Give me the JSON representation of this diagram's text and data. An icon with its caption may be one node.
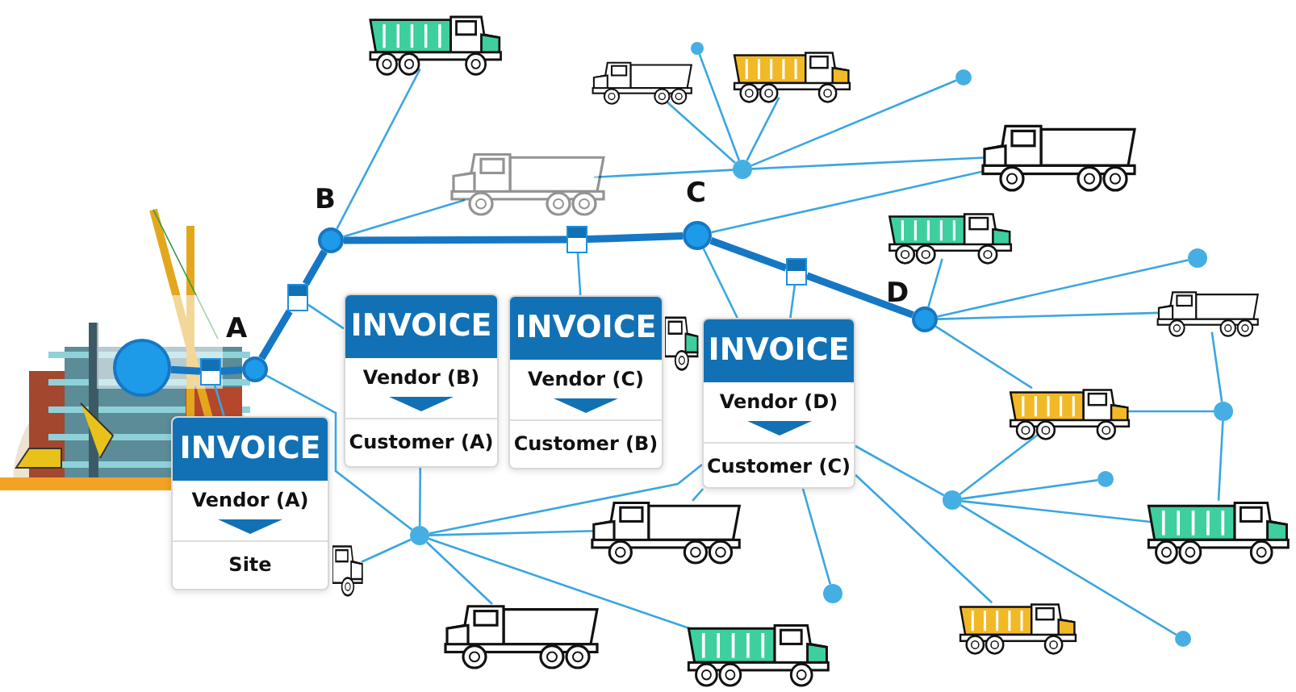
{
  "diagram": {
    "nodes": [
      {
        "text": [],
        "shape": "circle"
      },
      {
        "text": [],
        "shape": "circle",
        "beside": [
          "A"
        ]
      },
      {
        "text": [],
        "shape": "circle",
        "beside": [
          "B"
        ]
      },
      {
        "text": [],
        "shape": "circle",
        "beside": [
          "C"
        ]
      },
      {
        "text": [],
        "shape": "circle",
        "beside": [
          "D"
        ]
      },
      {
        "text": [
          "INVOICE",
          "Vendor (A)",
          "Site"
        ]
      },
      {
        "text": [
          "INVOICE",
          "Vendor (B)",
          "Customer (A)"
        ]
      },
      {
        "text": [
          "INVOICE",
          "Vendor (C)",
          "Customer (B)"
        ]
      },
      {
        "text": [
          "INVOICE",
          "Vendor (D)",
          "Customer (C)"
        ]
      },
      {
        "text": [],
        "shape": "box"
      },
      {
        "text": [],
        "shape": "box"
      },
      {
        "text": [],
        "shape": "box"
      },
      {
        "text": [],
        "shape": "box"
      },
      {
        "text": [],
        "shape": "picture"
      },
      {
        "text": [],
        "shape": "picture"
      },
      {
        "text": [],
        "shape": "picture"
      },
      {
        "text": [],
        "shape": "picture"
      },
      {
        "text": [],
        "shape": "picture"
      },
      {
        "text": [],
        "shape": "picture"
      },
      {
        "text": [],
        "shape": "picture"
      },
      {
        "text": [],
        "shape": "picture"
      },
      {
        "text": [],
        "shape": "picture"
      },
      {
        "text": [],
        "shape": "picture"
      },
      {
        "text": [],
        "shape": "picture"
      },
      {
        "text": [],
        "shape": "picture"
      },
      {
        "text": [],
        "shape": "picture"
      },
      {
        "text": [],
        "shape": "picture"
      },
      {
        "text": [],
        "shape": "picture"
      },
      {
        "text": [],
        "shape": "circle"
      },
      {
        "text": [],
        "shape": "circle"
      },
      {
        "text": [],
        "shape": "circle"
      },
      {
        "text": [],
        "shape": "circle"
      },
      {
        "text": [],
        "shape": "circle"
      },
      {
        "text": [],
        "shape": "circle"
      },
      {
        "text": [],
        "shape": "circle"
      },
      {
        "text": [],
        "shape": "circle"
      },
      {
        "text": [],
        "shape": "circle"
      },
      {
        "text": [],
        "shape": "circle"
      }
    ],
    "edges": [
      {
        "from": 0,
        "to": 9,
        "arrow": "none",
        "style": "thick",
        "color": "#1677c4"
      },
      {
        "from": 9,
        "to": 1,
        "arrow": "none",
        "style": "thick",
        "color": "#1677c4"
      },
      {
        "from": 1,
        "to": 10,
        "arrow": "none",
        "style": "thick",
        "color": "#1677c4"
      },
      {
        "from": 10,
        "to": 2,
        "arrow": "none",
        "style": "thick",
        "color": "#1677c4"
      },
      {
        "from": 2,
        "to": 11,
        "arrow": "none",
        "style": "thick",
        "color": "#1677c4"
      },
      {
        "from": 11,
        "to": 3,
        "arrow": "none",
        "style": "thick",
        "color": "#1677c4"
      },
      {
        "from": 3,
        "to": 12,
        "arrow": "none",
        "style": "thick",
        "color": "#1677c4"
      },
      {
        "from": 12,
        "to": 4,
        "arrow": "none",
        "style": "thick",
        "color": "#1677c4"
      },
      {
        "from": 5,
        "to": 9,
        "arrow": "none"
      },
      {
        "from": 6,
        "to": 10,
        "arrow": "none"
      },
      {
        "from": 7,
        "to": 11,
        "arrow": "none"
      },
      {
        "from": 8,
        "to": 12,
        "arrow": "none"
      },
      {
        "from": 2,
        "to": 13,
        "arrow": "none"
      },
      {
        "from": 2,
        "to": 16,
        "arrow": "none"
      },
      {
        "from": 28,
        "to": 14,
        "arrow": "none"
      },
      {
        "from": 28,
        "to": 15,
        "arrow": "none"
      },
      {
        "from": 28,
        "to": 32,
        "arrow": "none"
      },
      {
        "from": 28,
        "to": 33,
        "arrow": "none"
      },
      {
        "from": 28,
        "to": 17,
        "arrow": "none"
      },
      {
        "from": 28,
        "to": 16,
        "arrow": "none"
      },
      {
        "from": 17,
        "to": 3,
        "arrow": "none"
      },
      {
        "from": 3,
        "to": 8,
        "arrow": "none"
      },
      {
        "from": 4,
        "to": 18,
        "arrow": "none"
      },
      {
        "from": 4,
        "to": 34,
        "arrow": "none"
      },
      {
        "from": 4,
        "to": 20,
        "arrow": "none"
      },
      {
        "from": 4,
        "to": 21,
        "arrow": "none"
      },
      {
        "from": 20,
        "to": 31,
        "arrow": "none"
      },
      {
        "from": 31,
        "to": 21,
        "arrow": "none"
      },
      {
        "from": 31,
        "to": 24,
        "arrow": "none"
      },
      {
        "from": 30,
        "to": 21,
        "arrow": "none"
      },
      {
        "from": 30,
        "to": 35,
        "arrow": "none"
      },
      {
        "from": 30,
        "to": 24,
        "arrow": "none"
      },
      {
        "from": 30,
        "to": 37,
        "arrow": "none"
      },
      {
        "from": 8,
        "to": 30,
        "arrow": "none"
      },
      {
        "from": 8,
        "to": 23,
        "arrow": "none"
      },
      {
        "from": 8,
        "to": 36,
        "arrow": "none"
      },
      {
        "from": 8,
        "to": 27,
        "arrow": "none"
      },
      {
        "from": 1,
        "to": 29,
        "arrow": "none"
      },
      {
        "from": 6,
        "to": 29,
        "arrow": "none"
      },
      {
        "from": 29,
        "to": 22,
        "arrow": "none"
      },
      {
        "from": 29,
        "to": 23,
        "arrow": "none"
      },
      {
        "from": 29,
        "to": 25,
        "arrow": "none"
      },
      {
        "from": 29,
        "to": 26,
        "arrow": "none"
      },
      {
        "from": 29,
        "to": 8,
        "arrow": "none"
      }
    ]
  }
}
